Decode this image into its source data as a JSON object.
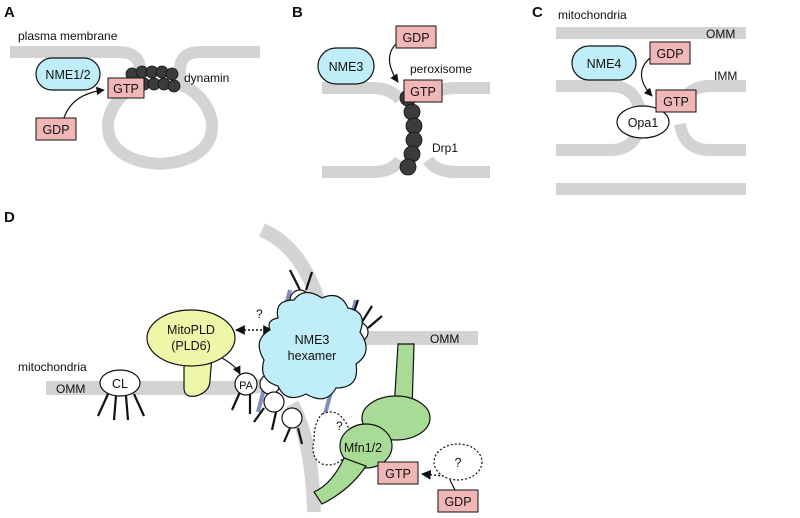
{
  "colors": {
    "membrane": "#d3d3d3",
    "nme": "#bfeef8",
    "gtp_box": "#f1b7b7",
    "pld": "#eef6a8",
    "mfn": "#a8dc96",
    "drp": "#3b3b3b",
    "leaflet_band": "#7e8fc0"
  },
  "panels": {
    "A": {
      "letter": "A",
      "membrane_label": "plasma membrane",
      "nme_label": "NME1/2",
      "gtp_label": "GTP",
      "gdp_label": "GDP",
      "protein_label": "dynamin"
    },
    "B": {
      "letter": "B",
      "nme_label": "NME3",
      "gdp_label": "GDP",
      "gtp_label": "GTP",
      "organelle_label": "peroxisome",
      "protein_label": "Drp1"
    },
    "C": {
      "letter": "C",
      "organelle_label": "mitochondria",
      "omm_label": "OMM",
      "imm_label": "IMM",
      "nme_label": "NME4",
      "gdp_label": "GDP",
      "gtp_label": "GTP",
      "protein_label": "Opa1"
    },
    "D": {
      "letter": "D",
      "organelle_label": "mitochondria",
      "omm_left_label": "OMM",
      "omm_right_label": "OMM",
      "cl_label": "CL",
      "pld_label_1": "MitoPLD",
      "pld_label_2": "(PLD6)",
      "pa_label": "PA",
      "nme_label_1": "NME3",
      "nme_label_2": "hexamer",
      "unknown_top": "?",
      "unknown_middle": "?",
      "unknown_right": "?",
      "mfn_label": "Mfn1/2",
      "gtp_label": "GTP",
      "gdp_label": "GDP"
    }
  }
}
